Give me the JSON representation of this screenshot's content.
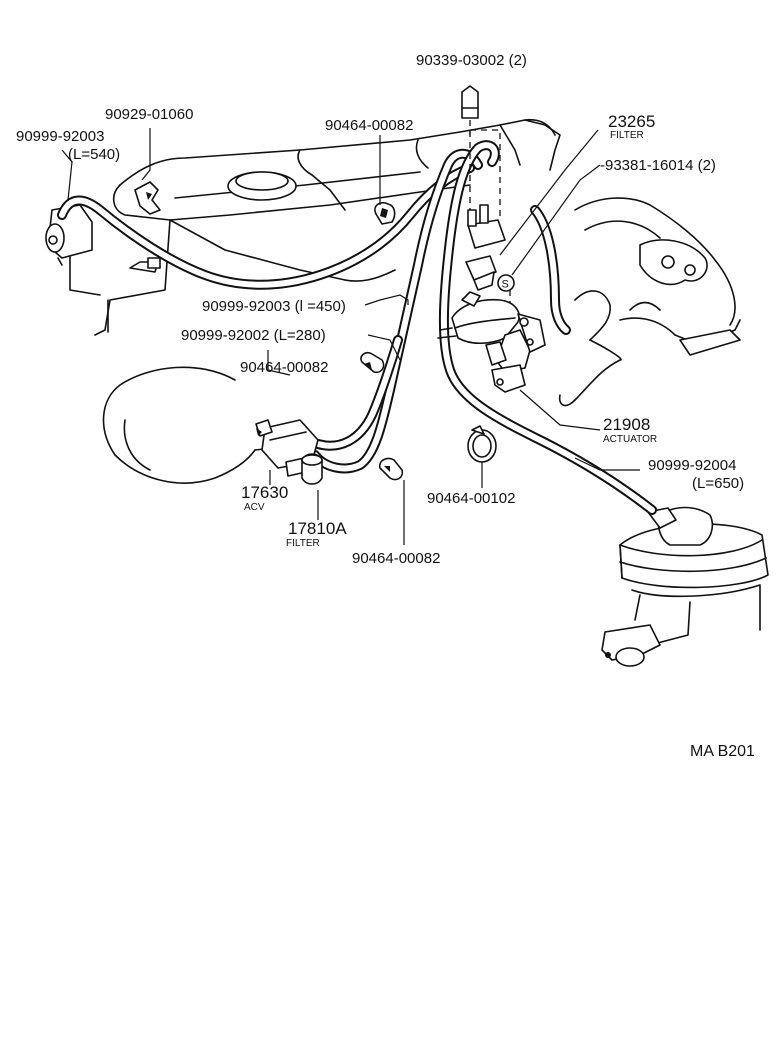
{
  "parts": {
    "vsv_plug": "90339-03002 (2)",
    "clip_top": "90929-01060",
    "hose_540_num": "90999-92003",
    "hose_540_len": "(L=540)",
    "clamp_top": "90464-00082",
    "filter_23265_num": "23265",
    "filter_23265_name": "FILTER",
    "screw": "93381-16014 (2)",
    "hose_450": "90999-92003 (l =450)",
    "hose_280": "90999-92002 (L=280)",
    "clamp_mid": "90464-00082",
    "actuator_num": "21908",
    "actuator_name": "ACTUATOR",
    "hose_650_num": "90999-92004",
    "hose_650_len": "(L=650)",
    "clamp_ring": "90464-00102",
    "acv_num": "17630",
    "acv_name": "ACV",
    "filter_17810_num": "17810A",
    "filter_17810_name": "FILTER",
    "clamp_bottom": "90464-00082"
  },
  "symbol_s": "S",
  "ref_code": "MA B201"
}
